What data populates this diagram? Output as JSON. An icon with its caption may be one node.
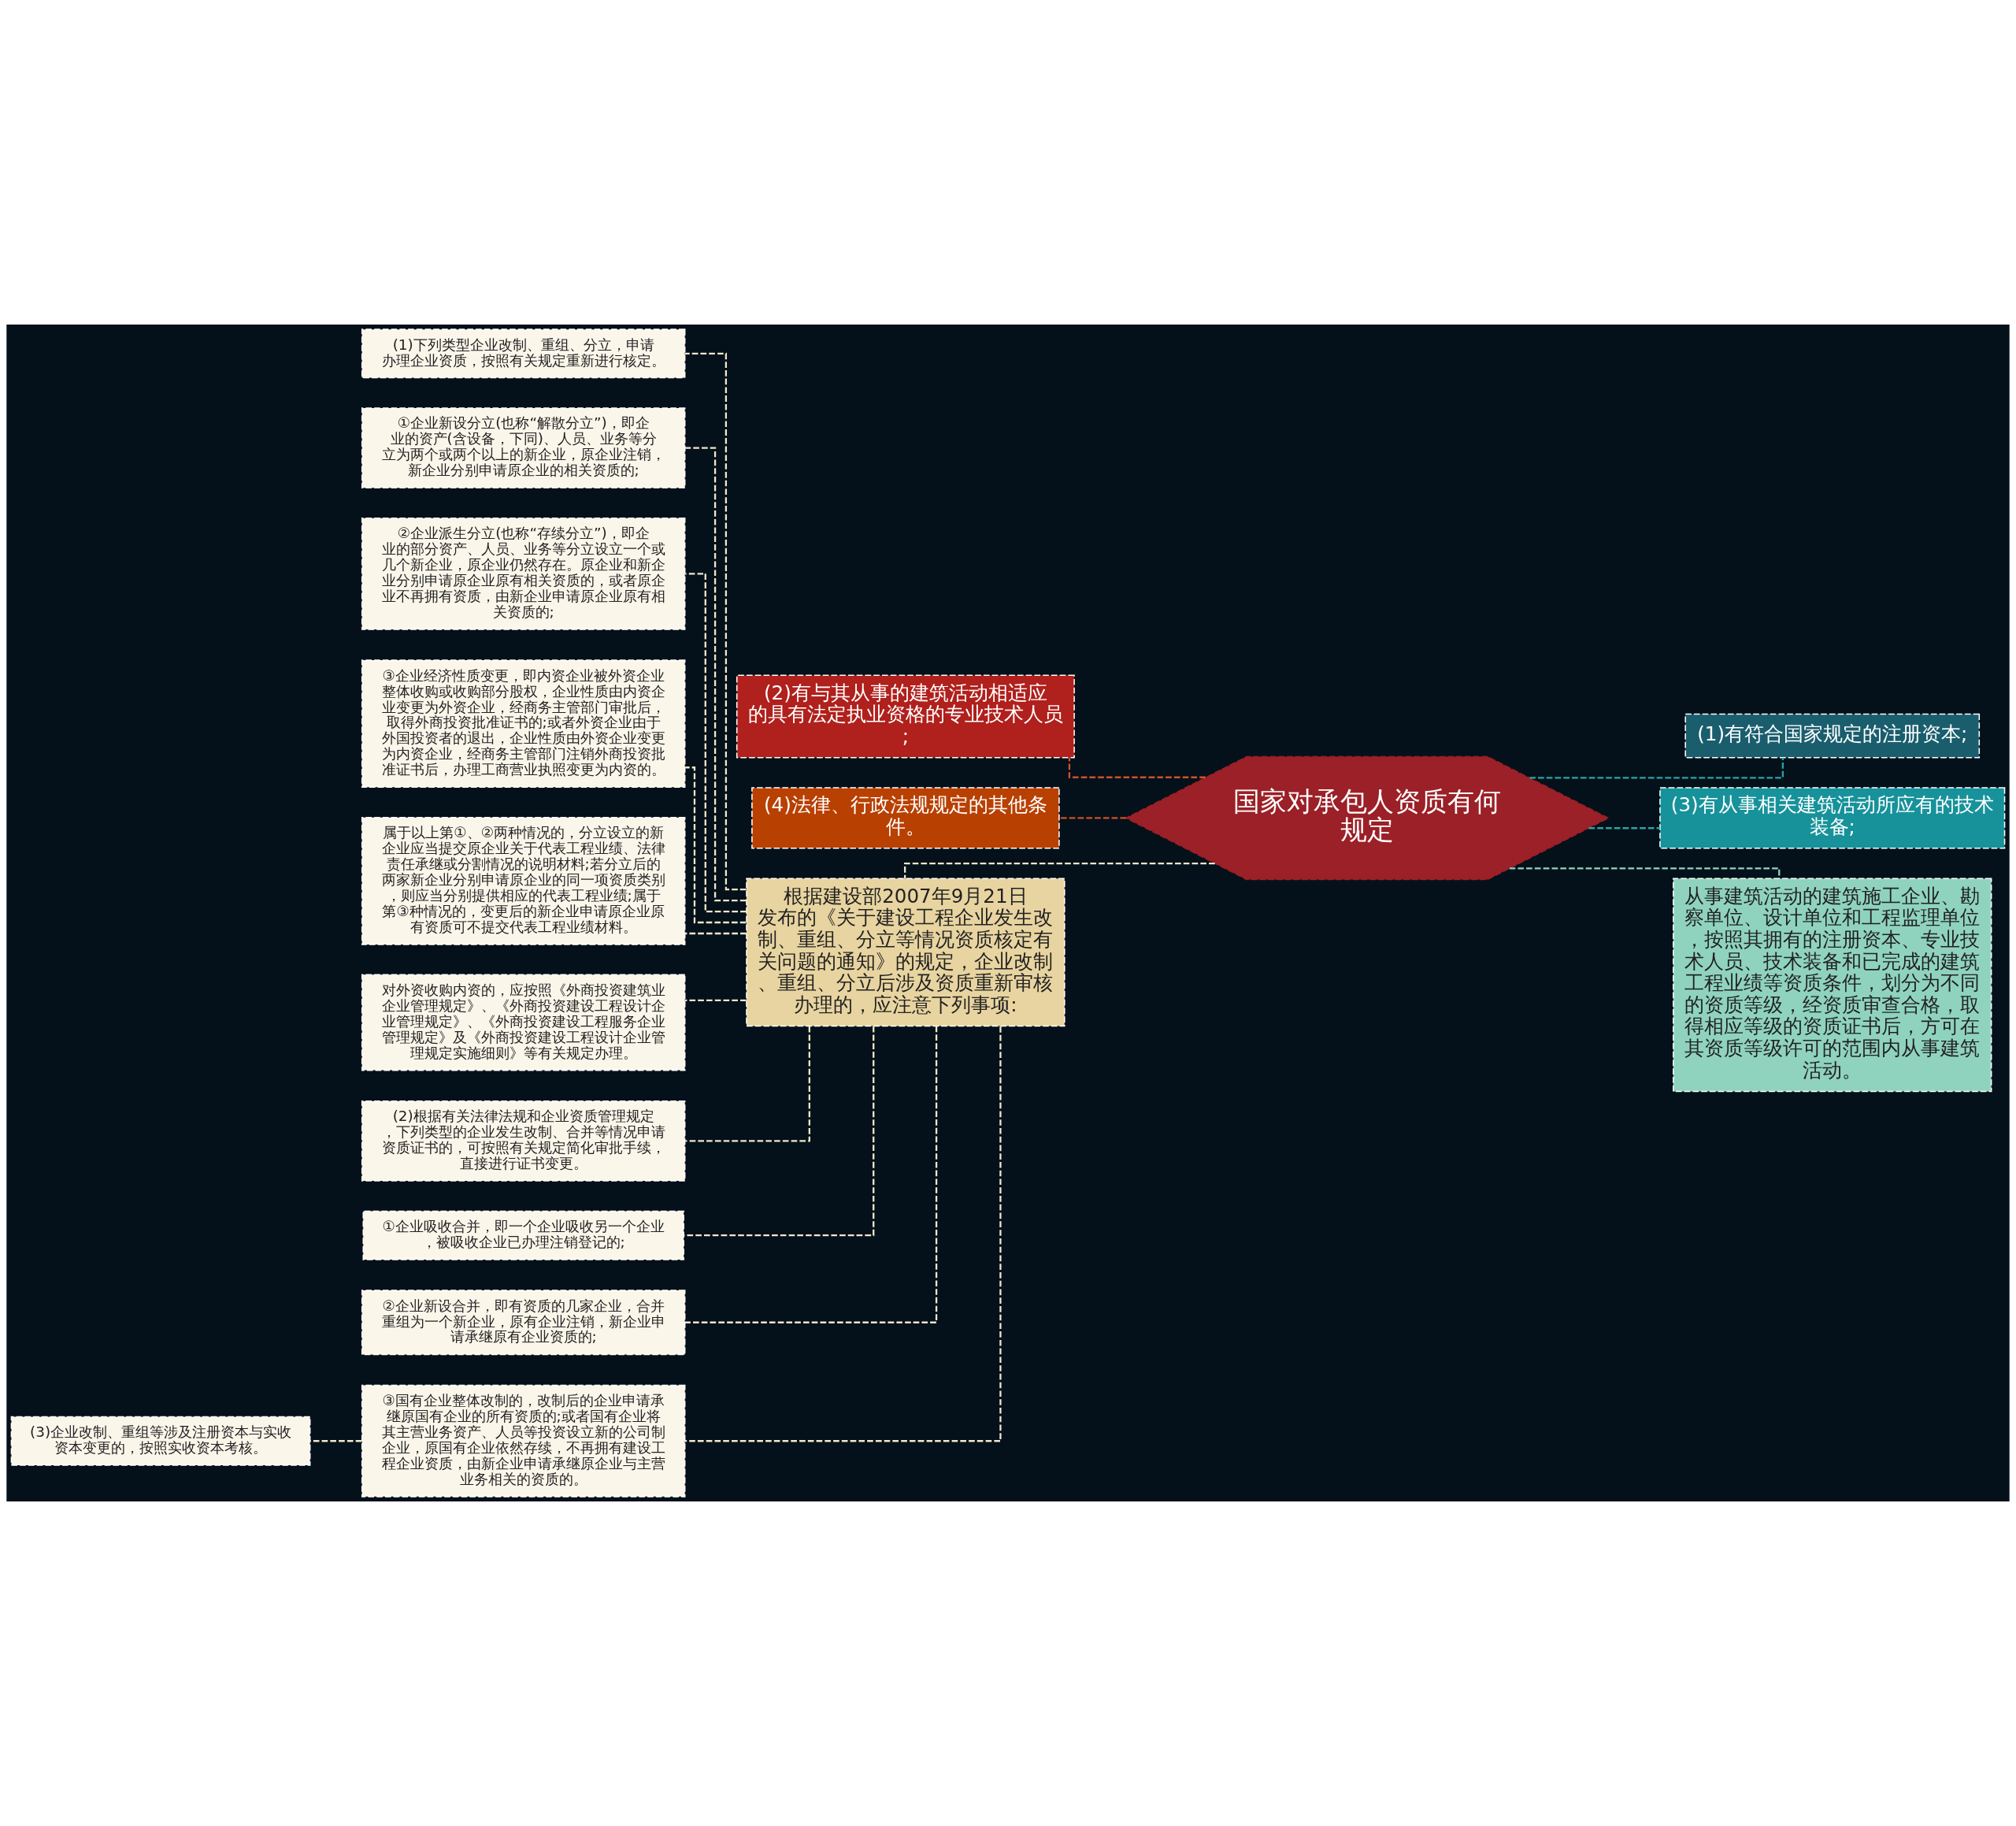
{
  "diagram": {
    "nodes": [
      {
        "text": [
          "国家对承包人资质有何规定"
        ]
      },
      {
        "text": [
          "(2)有与其从事的建筑活动相适应的具有法定执业资格的专业技术人员;"
        ]
      },
      {
        "text": [
          "(4)法律、行政法规规定的其他条件。"
        ]
      },
      {
        "text": [
          "根据建设部2007年9月21日发布的《关于建设工程企业发生改制、重组、分立等情况资质核定有关问题的通知》的规定，企业改制、重组、分立后涉及资质重新审核办理的，应注意下列事项:"
        ]
      },
      {
        "text": [
          "(1)下列类型企业改制、重组、分立，申请办理企业资质，按照有关规定重新进行核定。"
        ]
      },
      {
        "text": [
          "①企业新设分立(也称“解散分立”)，即企业的资产(含设备，下同)、人员、业务等分立为两个或两个以上的新企业，原企业注销，新企业分别申请原企业的相关资质的;"
        ]
      },
      {
        "text": [
          "②企业派生分立(也称“存续分立”)，即企业的部分资产、人员、业务等分立设立一个或几个新企业，原企业仍然存在。原企业和新企业分别申请原企业原有相关资质的，或者原企业不再拥有资质，由新企业申请原企业原有相关资质的;"
        ]
      },
      {
        "text": [
          "③企业经济性质变更，即内资企业被外资企业整体收购或收购部分股权，企业性质由内资企业变更为外资企业，经商务主管部门审批后，取得外商投资批准证书的;或者外资企业由于外国投资者的退出，企业性质由外资企业变更为内资企业，经商务主管部门注销外商投资批准证书后，办理工商营业执照变更为内资的。"
        ]
      },
      {
        "text": [
          "属于以上第①、②两种情况的，分立设立的新企业应当提交原企业关于代表工程业绩、法律责任承继或分割情况的说明材料;若分立后的两家新企业分别申请原企业的同一项资质类别，则应当分别提供相应的代表工程业绩;属于第③种情况的，变更后的新企业申请原企业原有资质可不提交代表工程业绩材料。"
        ]
      },
      {
        "text": [
          "对外资收购内资的，应按照《外商投资建筑业企业管理规定》、《外商投资建设工程设计企业管理规定》、《外商投资建设工程服务企业管理规定》及《外商投资建设工程设计企业管理规定实施细则》等有关规定办理。"
        ]
      },
      {
        "text": [
          "(2)根据有关法律法规和企业资质管理规定，下列类型的企业发生改制、合并等情况申请资质证书的，可按照有关规定简化审批手续，直接进行证书变更。"
        ]
      },
      {
        "text": [
          "①企业吸收合并，即一个企业吸收另一个企业，被吸收企业已办理注销登记的;"
        ]
      },
      {
        "text": [
          "②企业新设合并，即有资质的几家企业，合并重组为一个新企业，原有企业注销，新企业申请承继原有企业资质的;"
        ]
      },
      {
        "text": [
          "③国有企业整体改制的，改制后的企业申请承继原国有企业的所有资质的;或者国有企业将其主营业务资产、人员等投资设立新的公司制企业，原国有企业依然存续，不再拥有建设工程企业资质，由新企业申请承继原企业与主营业务相关的资质的。"
        ]
      },
      {
        "text": [
          "(3)企业改制、重组等涉及注册资本与实收资本变更的，按照实收资本考核。"
        ]
      },
      {
        "text": [
          "(1)有符合国家规定的注册资本;"
        ]
      },
      {
        "text": [
          "(3)有从事相关建筑活动所应有的技术装备;"
        ]
      },
      {
        "text": [
          "从事建筑活动的建筑施工企业、勘察单位、设计单位和工程监理单位，按照其拥有的注册资本、专业技术人员、技术装备和已完成的建筑工程业绩等资质条件，划分为不同的资质等级，经资质审查合格，取得相应等级的资质证书后，方可在其资质等级许可的范围内从事建筑活动。"
        ]
      }
    ],
    "edges": [
      {
        "from": 0,
        "to": 1,
        "arrow": "none",
        "style": "dashed",
        "color": "#d0502a"
      },
      {
        "from": 0,
        "to": 2,
        "arrow": "none",
        "style": "dashed",
        "color": "#d0502a"
      },
      {
        "from": 0,
        "to": 3,
        "arrow": "none",
        "style": "dashed"
      },
      {
        "from": 3,
        "to": 4,
        "arrow": "none",
        "style": "dashed"
      },
      {
        "from": 3,
        "to": 5,
        "arrow": "none",
        "style": "dashed"
      },
      {
        "from": 3,
        "to": 6,
        "arrow": "none",
        "style": "dashed"
      },
      {
        "from": 3,
        "to": 7,
        "arrow": "none",
        "style": "dashed"
      },
      {
        "from": 3,
        "to": 8,
        "arrow": "none",
        "style": "dashed"
      },
      {
        "from": 3,
        "to": 9,
        "arrow": "none",
        "style": "dashed"
      },
      {
        "from": 3,
        "to": 10,
        "arrow": "none",
        "style": "dashed"
      },
      {
        "from": 3,
        "to": 11,
        "arrow": "none",
        "style": "dashed"
      },
      {
        "from": 3,
        "to": 12,
        "arrow": "none",
        "style": "dashed"
      },
      {
        "from": 3,
        "to": 13,
        "arrow": "none",
        "style": "dashed"
      },
      {
        "from": 13,
        "to": 14,
        "arrow": "none",
        "style": "dashed"
      },
      {
        "from": 0,
        "to": 15,
        "arrow": "none",
        "style": "dashed",
        "color": "#2aa3a8"
      },
      {
        "from": 0,
        "to": 16,
        "arrow": "none",
        "style": "dashed",
        "color": "#2aa3a8"
      },
      {
        "from": 0,
        "to": 17,
        "arrow": "none",
        "style": "dashed",
        "color": "#8fd3bf"
      }
    ]
  }
}
